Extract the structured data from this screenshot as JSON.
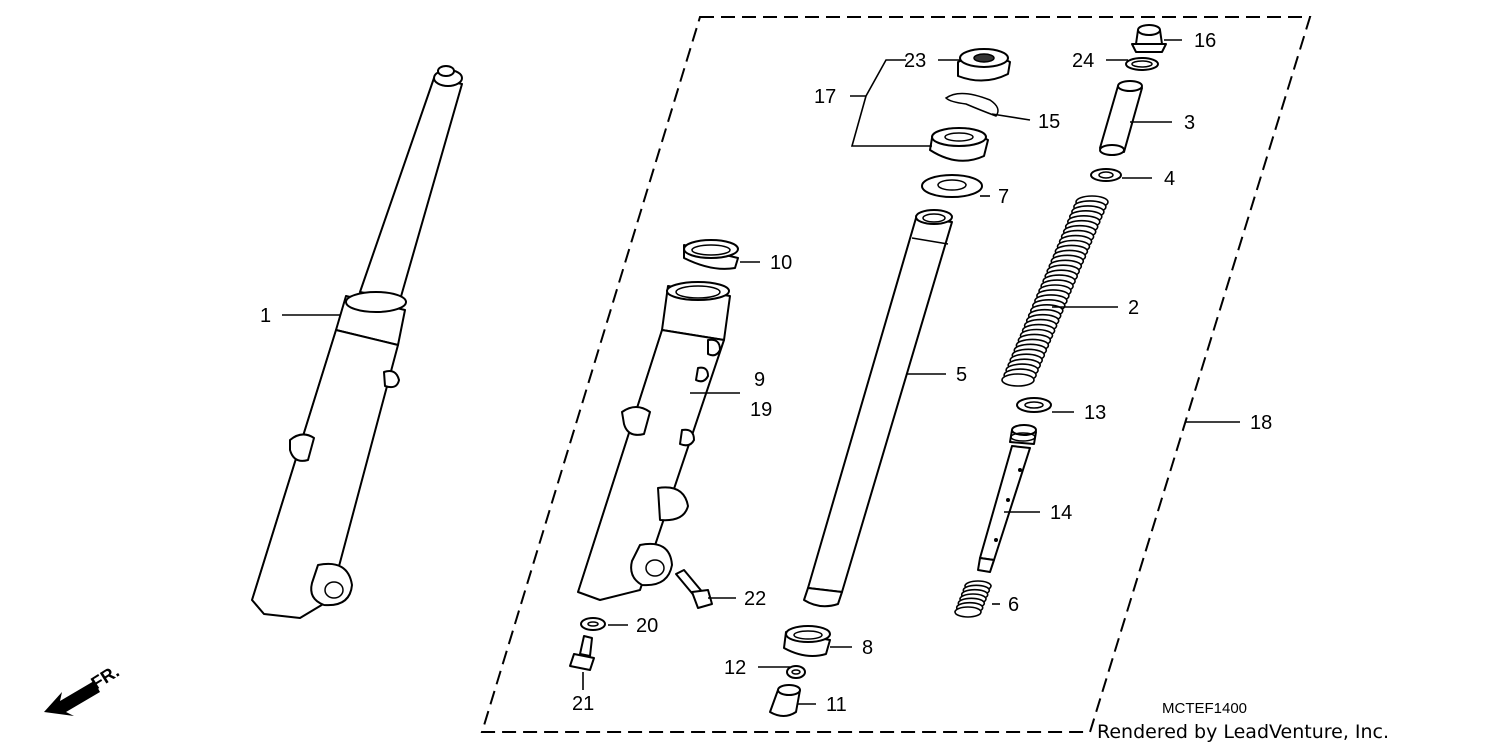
{
  "diagram": {
    "callouts": [
      {
        "id": "c1",
        "text": "1"
      },
      {
        "id": "c2",
        "text": "2"
      },
      {
        "id": "c3",
        "text": "3"
      },
      {
        "id": "c4",
        "text": "4"
      },
      {
        "id": "c5",
        "text": "5"
      },
      {
        "id": "c6",
        "text": "6"
      },
      {
        "id": "c7",
        "text": "7"
      },
      {
        "id": "c8",
        "text": "8"
      },
      {
        "id": "c9",
        "text": "9"
      },
      {
        "id": "c10",
        "text": "10"
      },
      {
        "id": "c11",
        "text": "11"
      },
      {
        "id": "c12",
        "text": "12"
      },
      {
        "id": "c13",
        "text": "13"
      },
      {
        "id": "c14",
        "text": "14"
      },
      {
        "id": "c15",
        "text": "15"
      },
      {
        "id": "c16",
        "text": "16"
      },
      {
        "id": "c17",
        "text": "17"
      },
      {
        "id": "c18",
        "text": "18"
      },
      {
        "id": "c19",
        "text": "19"
      },
      {
        "id": "c20",
        "text": "20"
      },
      {
        "id": "c21",
        "text": "21"
      },
      {
        "id": "c22",
        "text": "22"
      },
      {
        "id": "c23",
        "text": "23"
      },
      {
        "id": "c24",
        "text": "24"
      }
    ],
    "direction_label": "FR.",
    "diagram_code": "MCTEF1400",
    "credit": "Rendered by LeadVenture, Inc."
  }
}
